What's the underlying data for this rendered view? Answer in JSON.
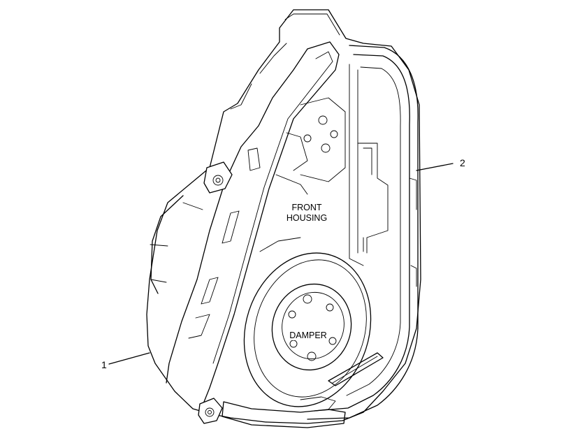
{
  "callouts": [
    {
      "number": "1"
    },
    {
      "number": "2"
    }
  ],
  "labels": {
    "front_housing_line1": "FRONT",
    "front_housing_line2": "HOUSING",
    "damper": "DAMPER"
  },
  "colors": {
    "line": "#000000",
    "background": "#ffffff"
  }
}
